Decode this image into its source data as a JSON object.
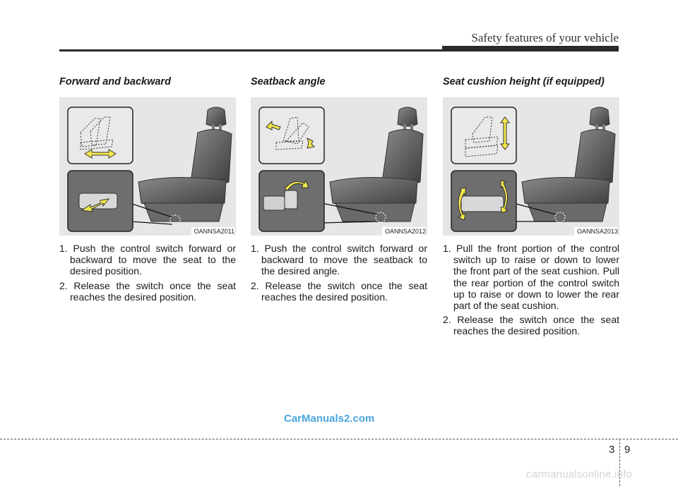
{
  "header": {
    "title": "Safety features of your vehicle"
  },
  "sections": [
    {
      "title": "Forward and backward",
      "figure_code": "OANNSA2011",
      "steps": [
        "1. Push the control switch forward or backward to move the seat to the desired position.",
        "2. Release the switch once the seat reaches the desired position."
      ]
    },
    {
      "title": "Seatback angle",
      "figure_code": "OANNSA2012",
      "steps": [
        "1. Push the control switch forward or backward to move the seatback to the desired angle.",
        "2. Release the switch once the seat reaches the desired position."
      ]
    },
    {
      "title": "Seat cushion height (if equipped)",
      "figure_code": "OANNSA2013",
      "steps": [
        "1. Pull the front portion of the control switch up to raise or down to lower the front part of the seat cushion. Pull the rear portion of the control switch up to raise or down to lower the rear part of the seat cushion.",
        "2. Release the switch once the seat reaches the desired position."
      ]
    }
  ],
  "watermark": "CarManuals2.com",
  "footer": {
    "chapter": "3",
    "page": "9",
    "bottom_mark": "carmanualsonline.info"
  },
  "colors": {
    "arrow": "#f5e84a",
    "watermark": "#4aa6e0"
  }
}
